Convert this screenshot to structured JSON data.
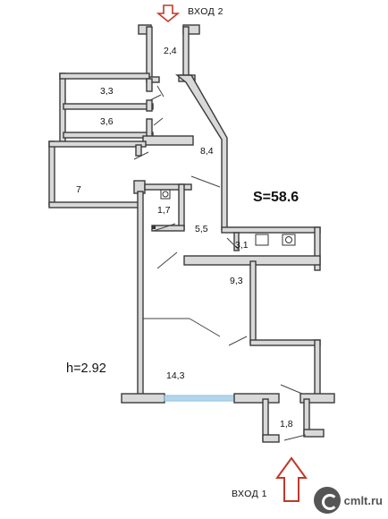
{
  "plan": {
    "total_area": "S=58.6",
    "ceiling_height": "h=2.92",
    "entrance_top": "ВХОД 2",
    "entrance_bottom": "ВХОД 1",
    "rooms": [
      "2,4",
      "3,3",
      "3,6",
      "8,4",
      "7",
      "1,7",
      "5,5",
      "3,1",
      "9,3",
      "14,3",
      "1,8"
    ],
    "arrow_color": "#c0392b"
  },
  "watermark": {
    "text": "cmlt.ru"
  }
}
